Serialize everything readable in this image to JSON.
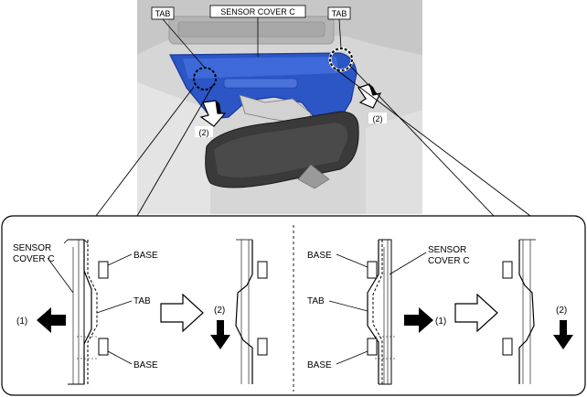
{
  "top_photo": {
    "label_tab_left": "TAB",
    "label_sensor_cover": "SENSOR COVER C",
    "label_tab_right": "TAB",
    "step_left": "(2)",
    "step_right": "(2)"
  },
  "detail_left": {
    "sensor_cover": "SENSOR\nCOVER C",
    "base_top": "BASE",
    "tab": "TAB",
    "base_bottom": "BASE",
    "step_pull": "(1)",
    "step_down": "(2)"
  },
  "detail_right": {
    "base_top": "BASE",
    "sensor_cover": "SENSOR\nCOVER C",
    "tab": "TAB",
    "base_bottom": "BASE",
    "step_pull": "(1)",
    "step_down": "(2)"
  },
  "colors": {
    "cover_blue": "#2c55c6",
    "photo_bg": "#d9d9d9",
    "mirror": "#3a3a3a"
  }
}
